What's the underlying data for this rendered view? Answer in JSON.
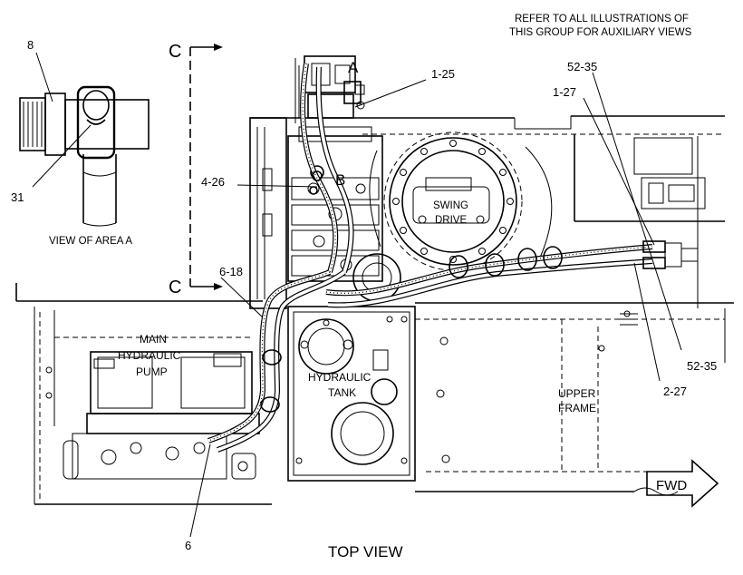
{
  "header_note": {
    "line1": "REFER TO ALL ILLUSTRATIONS OF",
    "line2": "THIS GROUP FOR AUXILIARY VIEWS"
  },
  "title": "TOP VIEW",
  "section_markers": {
    "top": "C",
    "bottom": "C"
  },
  "detail_view": {
    "caption": "VIEW OF AREA A",
    "callouts": {
      "upper": "8",
      "lower": "31"
    }
  },
  "area_markers": {
    "a": "A",
    "b": "B"
  },
  "callouts": {
    "c_1_25": "1-25",
    "c_4_26": "4-26",
    "c_6_18": "6-18",
    "c_6": "6",
    "c_52_35_top": "52-35",
    "c_1_27": "1-27",
    "c_52_35_right": "52-35",
    "c_2_27": "2-27"
  },
  "components": {
    "swing_drive": {
      "line1": "SWING",
      "line2": "DRIVE"
    },
    "hydraulic_tank": {
      "line1": "HYDRAULIC",
      "line2": "TANK"
    },
    "main_pump": {
      "line1": "MAIN",
      "line2": "HYDRAULIC",
      "line3": "PUMP"
    },
    "upper_frame": {
      "line1": "UPPER",
      "line2": "FRAME"
    }
  },
  "direction_arrow": {
    "label": "FWD"
  },
  "colors": {
    "ink": "#000000",
    "paper": "#ffffff"
  }
}
